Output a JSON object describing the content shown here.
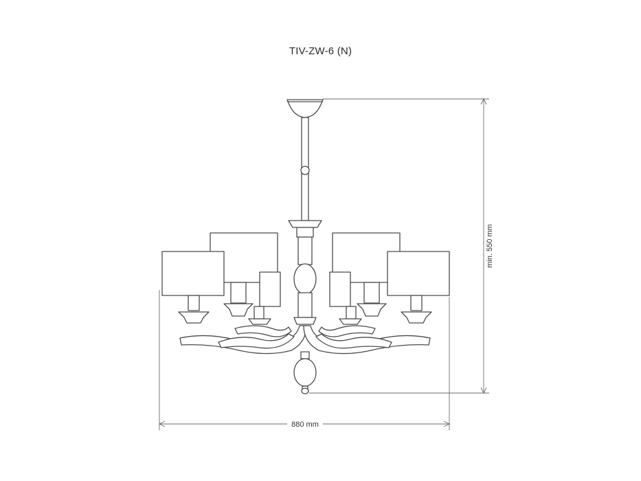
{
  "title": "TIV-ZW-6 (N)",
  "dimensions": {
    "height_label": "min. 550 mm",
    "width_label": "880 mm"
  },
  "colors": {
    "line": "#4a4a4a",
    "dimension": "#6a6a6a"
  },
  "icons": [
    "chandelier-drawing"
  ]
}
